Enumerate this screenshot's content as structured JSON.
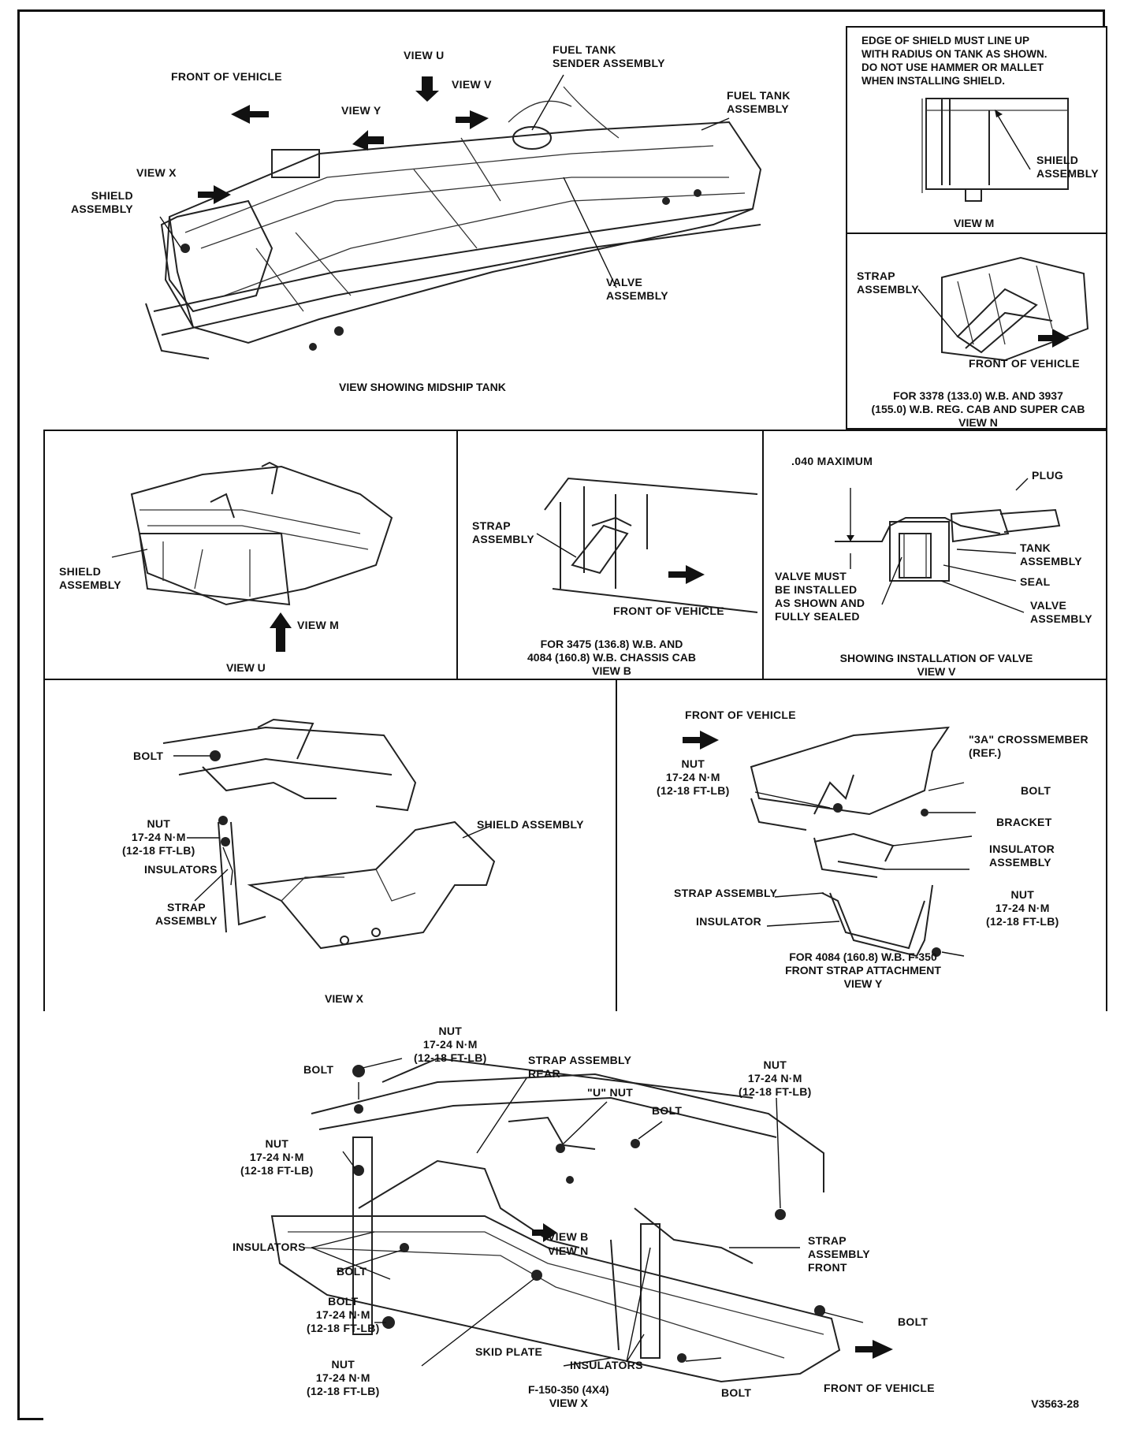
{
  "figure_ref": "V3563-28",
  "midship": {
    "front_of_vehicle": "FRONT OF VEHICLE",
    "view_u": "VIEW U",
    "view_y": "VIEW Y",
    "view_v": "VIEW V",
    "view_x": "VIEW X",
    "fuel_tank_sender": "FUEL TANK\nSENDER ASSEMBLY",
    "fuel_tank_assembly": "FUEL TANK\nASSEMBLY",
    "shield_assembly": "SHIELD\nASSEMBLY",
    "valve_assembly": "VALVE\nASSEMBLY",
    "caption": "VIEW SHOWING MIDSHIP TANK"
  },
  "view_m": {
    "note": "EDGE OF SHIELD MUST LINE UP\nWITH RADIUS ON TANK AS SHOWN.\nDO NOT USE HAMMER OR MALLET\nWHEN INSTALLING SHIELD.",
    "shield_assembly": "SHIELD\nASSEMBLY",
    "caption": "VIEW M"
  },
  "view_n": {
    "strap_assembly": "STRAP\nASSEMBLY",
    "front_of_vehicle": "FRONT OF VEHICLE",
    "caption": "FOR 3378 (133.0) W.B. AND 3937\n(155.0) W.B. REG. CAB AND SUPER CAB\nVIEW N"
  },
  "view_u_panel": {
    "shield_assembly": "SHIELD\nASSEMBLY",
    "view_m": "VIEW M",
    "caption": "VIEW U"
  },
  "view_b": {
    "strap_assembly": "STRAP\nASSEMBLY",
    "front_of_vehicle": "FRONT OF VEHICLE",
    "caption": "FOR 3475 (136.8) W.B. AND\n4084 (160.8) W.B. CHASSIS CAB\nVIEW B"
  },
  "view_v": {
    "max": ".040 MAXIMUM",
    "plug": "PLUG",
    "tank_assembly": "TANK\nASSEMBLY",
    "seal": "SEAL",
    "valve_assembly": "VALVE\nASSEMBLY",
    "valve_note": "VALVE MUST\nBE INSTALLED\nAS SHOWN AND\nFULLY SEALED",
    "caption": "SHOWING INSTALLATION OF VALVE\nVIEW V"
  },
  "view_x_top": {
    "bolt": "BOLT",
    "nut": "NUT\n17-24 N·m\n(12-18 FT-LB)",
    "insulators": "INSULATORS",
    "strap_assembly": "STRAP\nASSEMBLY",
    "shield_assembly": "SHIELD ASSEMBLY",
    "caption": "VIEW X"
  },
  "view_y": {
    "front_of_vehicle": "FRONT OF VEHICLE",
    "nut": "NUT\n17-24 N·m\n(12-18 FT-LB)",
    "crossmember": "\"3A\" CROSSMEMBER\n(REF.)",
    "bolt": "BOLT",
    "bracket": "BRACKET",
    "insulator_assembly": "INSULATOR\nASSEMBLY",
    "strap_assembly": "STRAP ASSEMBLY",
    "insulator": "INSULATOR",
    "nut2": "NUT\n17-24 N·m\n(12-18 FT-LB)",
    "caption": "FOR 4084 (160.8) W.B. F-350\nFRONT STRAP ATTACHMENT\nVIEW Y"
  },
  "view_x_bottom": {
    "nut_top": "NUT\n17-24 N·m\n(12-18 FT-LB)",
    "bolt_top": "BOLT",
    "strap_rear": "STRAP ASSEMBLY\nREAR",
    "u_nut": "\"U\" NUT",
    "bolt_mid": "BOLT",
    "nut_right": "NUT\n17-24 N·m\n(12-18 FT-LB)",
    "nut_left": "NUT\n17-24 N·m\n(12-18 FT-LB)",
    "view_b": "VIEW B",
    "view_n": "VIEW N",
    "strap_front": "STRAP\nASSEMBLY\nFRONT",
    "insulators_left": "INSULATORS",
    "bolt_left": "BOLT",
    "bolt_torque": "BOLT\n17-24 N·m\n(12-18 FT-LB)",
    "nut_bottom": "NUT\n17-24 N·m\n(12-18 FT-LB)",
    "skid_plate": "SKID PLATE",
    "insulators_bottom": "INSULATORS",
    "bolt_bottom": "BOLT",
    "bolt_right": "BOLT",
    "front_of_vehicle": "FRONT OF VEHICLE",
    "caption": "F-150-350 (4X4)\nVIEW X"
  }
}
